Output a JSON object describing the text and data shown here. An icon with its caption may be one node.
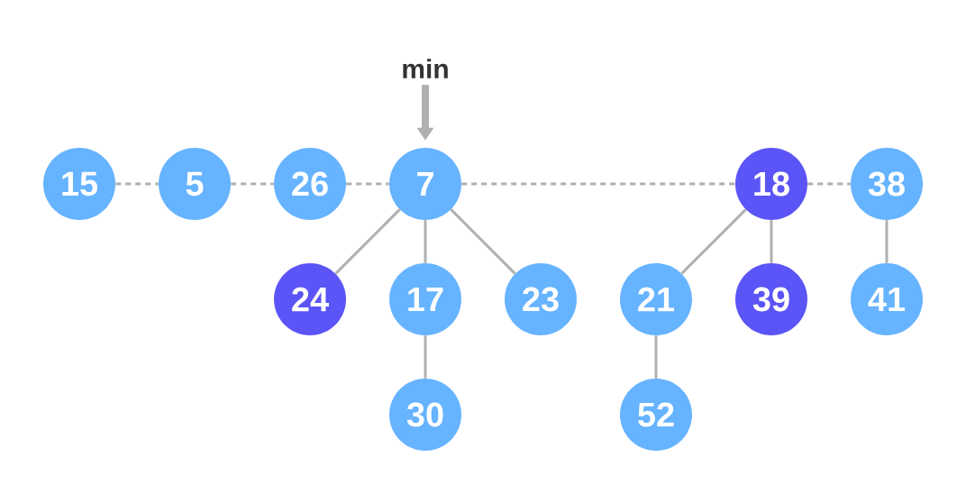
{
  "diagram": {
    "nodes": [
      {
        "text": [
          "min"
        ]
      },
      {
        "text": [
          "15"
        ]
      },
      {
        "text": [
          "5"
        ]
      },
      {
        "text": [
          "26"
        ]
      },
      {
        "text": [
          "7"
        ]
      },
      {
        "text": [
          "18"
        ]
      },
      {
        "text": [
          "38"
        ]
      },
      {
        "text": [
          "24"
        ]
      },
      {
        "text": [
          "17"
        ]
      },
      {
        "text": [
          "23"
        ]
      },
      {
        "text": [
          "21"
        ]
      },
      {
        "text": [
          "39"
        ]
      },
      {
        "text": [
          "41"
        ]
      },
      {
        "text": [
          "30"
        ]
      },
      {
        "text": [
          "52"
        ]
      }
    ],
    "edges": [
      {
        "from": 0,
        "to": 4,
        "arrow": "to",
        "style": "thick"
      },
      {
        "from": 1,
        "to": 2,
        "arrow": "none",
        "style": "dashed"
      },
      {
        "from": 2,
        "to": 3,
        "arrow": "none",
        "style": "dashed"
      },
      {
        "from": 3,
        "to": 4,
        "arrow": "none",
        "style": "dashed"
      },
      {
        "from": 4,
        "to": 5,
        "arrow": "none",
        "style": "dashed"
      },
      {
        "from": 5,
        "to": 6,
        "arrow": "none",
        "style": "dashed"
      },
      {
        "from": 4,
        "to": 7,
        "arrow": "none"
      },
      {
        "from": 4,
        "to": 8,
        "arrow": "none"
      },
      {
        "from": 4,
        "to": 9,
        "arrow": "none"
      },
      {
        "from": 8,
        "to": 13,
        "arrow": "none"
      },
      {
        "from": 5,
        "to": 10,
        "arrow": "none"
      },
      {
        "from": 5,
        "to": 11,
        "arrow": "none"
      },
      {
        "from": 10,
        "to": 14,
        "arrow": "none"
      },
      {
        "from": 6,
        "to": 12,
        "arrow": "none"
      }
    ]
  }
}
